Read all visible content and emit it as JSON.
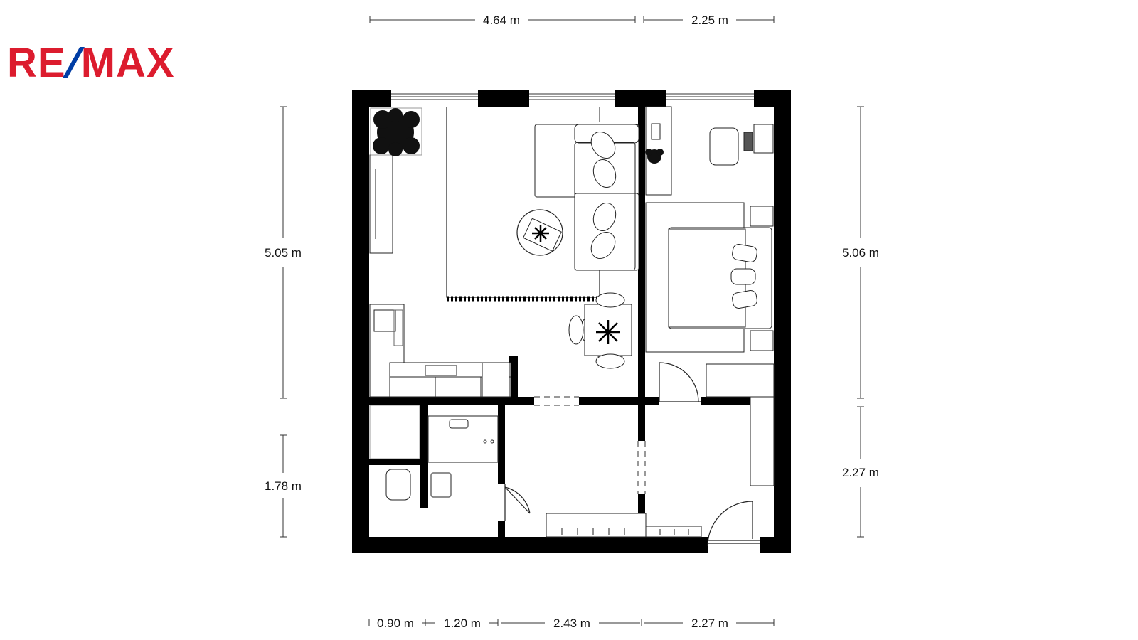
{
  "brand": {
    "part1": "RE",
    "slash": "/",
    "part2": "MAX",
    "red": "#dc1c2e",
    "blue": "#003da5"
  },
  "dimensions": {
    "top_1": "4.64 m",
    "top_2": "2.25 m",
    "left_1": "5.05 m",
    "left_2": "1.78 m",
    "right_1": "5.06 m",
    "right_2": "2.27 m",
    "bottom_1": "0.90 m",
    "bottom_2": "1.20 m",
    "bottom_3": "2.43 m",
    "bottom_4": "2.27 m"
  },
  "colors": {
    "wall": "#000000",
    "line": "#222222",
    "furniture_fill": "#ffffff"
  }
}
